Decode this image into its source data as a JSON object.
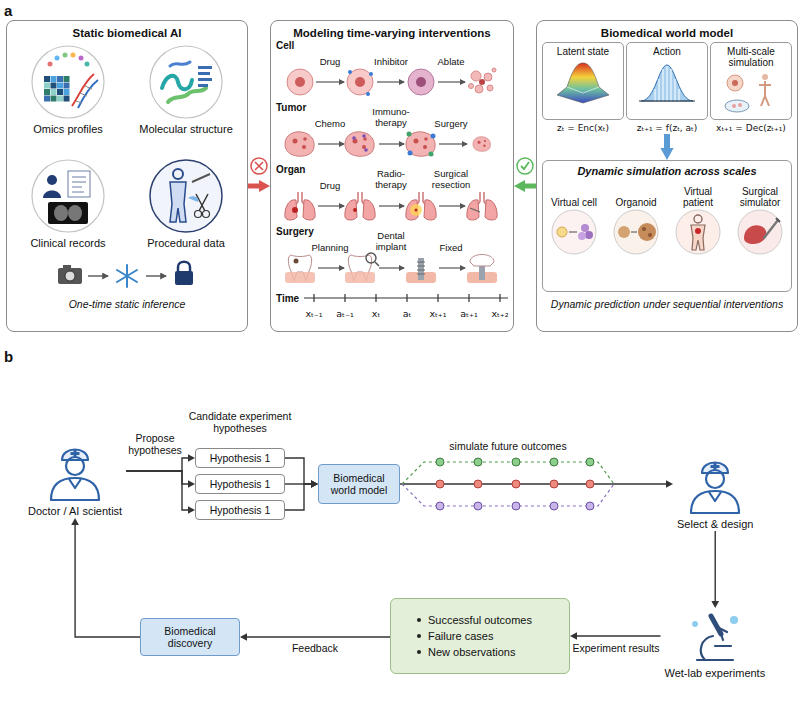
{
  "diagram": {
    "nodes": [
      {
        "text": [
          "Static biomedical AI"
        ]
      },
      {
        "text": [
          "Omics profiles"
        ],
        "in": 0
      },
      {
        "text": [
          "Molecular structure"
        ],
        "in": 0
      },
      {
        "text": [
          "Clinical records"
        ],
        "in": 0
      },
      {
        "text": [
          "Procedural data"
        ],
        "in": 0
      },
      {
        "text": [
          "Modeling time-varying interventions"
        ]
      },
      {
        "text": [
          "Biomedical world model"
        ]
      },
      {
        "text": [
          "Latent state",
          "zₜ = Enc(xₜ)"
        ],
        "in": 6
      },
      {
        "text": [
          "Action",
          "zₜ₊₁ = f(zₜ, aₜ)"
        ],
        "in": 6
      },
      {
        "text": [
          "Multi-scale simulation",
          "xₜ₊₁ = Dec(zₜ₊₁)"
        ],
        "in": 6
      },
      {
        "text": [
          "Dynamic simulation across scales"
        ],
        "in": 6
      },
      {
        "text": [
          "Virtual cell"
        ],
        "in": 10
      },
      {
        "text": [
          "Organoid"
        ],
        "in": 10
      },
      {
        "text": [
          "Virtual patient"
        ],
        "in": 10
      },
      {
        "text": [
          "Surgical simulator"
        ],
        "in": 10
      },
      {
        "text": [
          "Doctor / AI scientist"
        ]
      },
      {
        "text": [
          "Hypothesis 1"
        ]
      },
      {
        "text": [
          "Hypothesis 1"
        ]
      },
      {
        "text": [
          "Hypothesis 1"
        ]
      },
      {
        "text": [
          "Biomedical world model"
        ]
      },
      {
        "text": [
          "Select & design"
        ]
      },
      {
        "text": [
          "Wet-lab experiments"
        ]
      },
      {
        "text": [
          "Successful outcomes",
          "Failure cases",
          "New observations"
        ]
      },
      {
        "text": [
          "Biomedical discovery"
        ]
      }
    ],
    "edges": [
      {
        "from": 0,
        "to": 5,
        "arrow": "to"
      },
      {
        "from": 6,
        "to": 5,
        "arrow": "to"
      },
      {
        "from": 8,
        "to": 10,
        "arrow": "to"
      },
      {
        "from": 15,
        "to": 16,
        "arrow": "to"
      },
      {
        "from": 15,
        "to": 17,
        "arrow": "to",
        "label": "Propose hypotheses"
      },
      {
        "from": 15,
        "to": 18,
        "arrow": "to"
      },
      {
        "from": 16,
        "to": 19,
        "arrow": "to"
      },
      {
        "from": 17,
        "to": 19,
        "arrow": "to"
      },
      {
        "from": 18,
        "to": 19,
        "arrow": "to"
      },
      {
        "from": 19,
        "to": 20,
        "arrow": "to",
        "label": "simulate future outcomes"
      },
      {
        "from": 20,
        "to": 21,
        "arrow": "to"
      },
      {
        "from": 21,
        "to": 22,
        "arrow": "to",
        "label": "Experiment results"
      },
      {
        "from": 22,
        "to": 23,
        "arrow": "to",
        "label": "Feedback"
      },
      {
        "from": 23,
        "to": 15,
        "arrow": "to"
      }
    ],
    "labels": [
      "a",
      "One-time static inference",
      "Cell",
      "Drug",
      "Inhibitor",
      "Ablate",
      "Tumor",
      "Chemo",
      "Immuno- therapy",
      "Surgery",
      "Organ",
      "Drug",
      "Radio- therapy",
      "Surgical resection",
      "Surgery",
      "Planning",
      "Dental implant",
      "Fixed",
      "Time",
      "xₜ₋₁",
      "aₜ₋₁",
      "xₜ",
      "aₜ",
      "xₜ₊₁",
      "aₜ₊₁",
      "xₜ₊₂",
      "Dynamic prediction under sequential interventions",
      "b",
      "Candidate experiment hypotheses"
    ]
  }
}
